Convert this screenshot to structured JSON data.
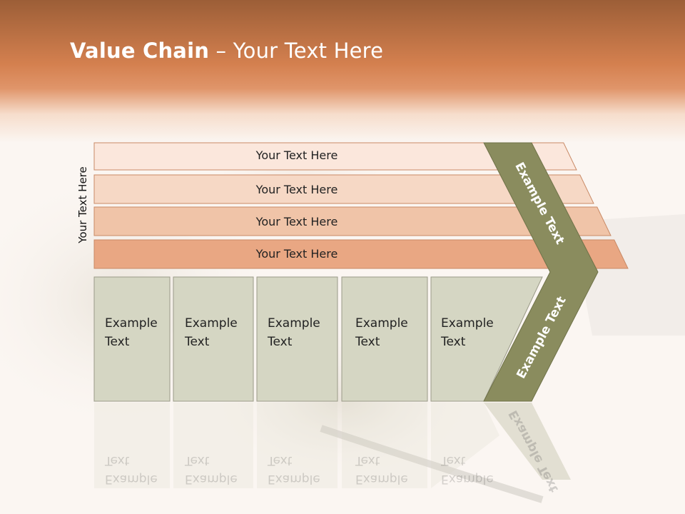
{
  "title": {
    "bold": "Value Chain",
    "rest": " – Your Text Here"
  },
  "side_label": "Your Text Here",
  "rows": [
    {
      "label": "Your Text Here",
      "color": "#fbe7dc"
    },
    {
      "label": "Your Text Here",
      "color": "#f6d8c5"
    },
    {
      "label": "Your Text Here",
      "color": "#f0c4a8"
    },
    {
      "label": "Your Text Here",
      "color": "#e9a783"
    }
  ],
  "boxes": [
    {
      "line1": "Example",
      "line2": "Text"
    },
    {
      "line1": "Example",
      "line2": "Text"
    },
    {
      "line1": "Example",
      "line2": "Text"
    },
    {
      "line1": "Example",
      "line2": "Text"
    },
    {
      "line1": "Example",
      "line2": "Text"
    }
  ],
  "chevron": {
    "top_label": "Example Text",
    "bottom_label": "Example Text",
    "color": "#8a8c5e"
  },
  "colors": {
    "header": "#d98453",
    "box_fill": "#d5d6c3",
    "box_border": "#9a9a88"
  }
}
